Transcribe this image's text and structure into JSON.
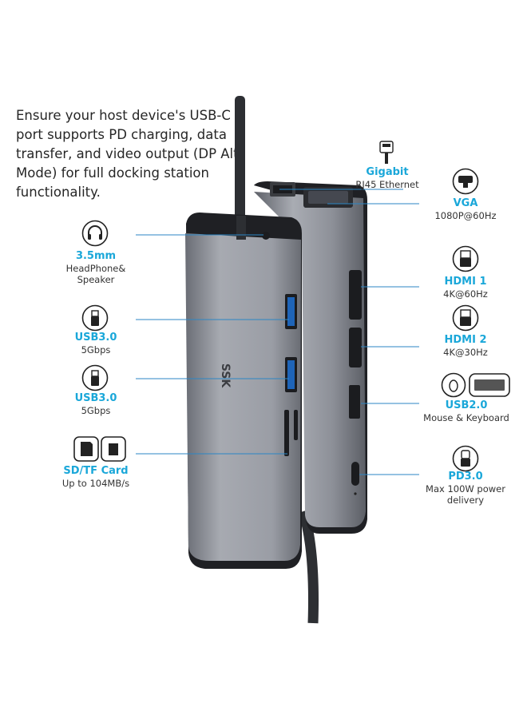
{
  "intro_text": "Ensure your host device's USB-C port supports PD charging, data transfer, and video output (DP Alt Mode) for full docking station functionality.",
  "brand": "SSK",
  "left_ports": [
    {
      "title": "3.5mm",
      "sub": "HeadPhone& Speaker",
      "icon": "headphone-icon"
    },
    {
      "title": "USB3.0",
      "sub": "5Gbps",
      "icon": "usb-icon"
    },
    {
      "title": "USB3.0",
      "sub": "5Gbps",
      "icon": "usb-icon"
    },
    {
      "title": "SD/TF Card",
      "sub": "Up to 104MB/s",
      "icon": "sd-card-icon"
    }
  ],
  "right_ports": [
    {
      "title": "Gigabit",
      "sub": "RJ45 Ethernet",
      "icon": "ethernet-icon"
    },
    {
      "title": "VGA",
      "sub": "1080P@60Hz",
      "icon": "vga-icon"
    },
    {
      "title": "HDMI 1",
      "sub": "4K@60Hz",
      "icon": "hdmi-icon"
    },
    {
      "title": "HDMI 2",
      "sub": "4K@30Hz",
      "icon": "hdmi-icon"
    },
    {
      "title": "USB2.0",
      "sub": "Mouse & Keyboard",
      "icon": "mouse-keyboard-icon"
    },
    {
      "title": "PD3.0",
      "sub": "Max 100W power delivery",
      "icon": "usb-c-icon"
    }
  ],
  "colors": {
    "accent": "#1aa7d9",
    "line": "#2b86c5",
    "body": "#8a8d95"
  }
}
